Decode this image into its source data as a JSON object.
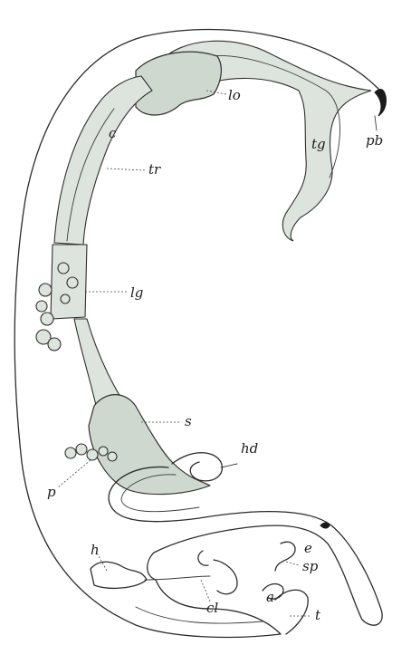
{
  "labels": {
    "lo": "lo",
    "tg": "tg",
    "pb": "pb",
    "c": "c",
    "tr": "tr",
    "lg": "lg",
    "s": "s",
    "hd": "hd",
    "p": "p",
    "h": "h",
    "cl": "cl",
    "e": "e",
    "sp": "sp",
    "t": "t",
    "a": "a"
  }
}
